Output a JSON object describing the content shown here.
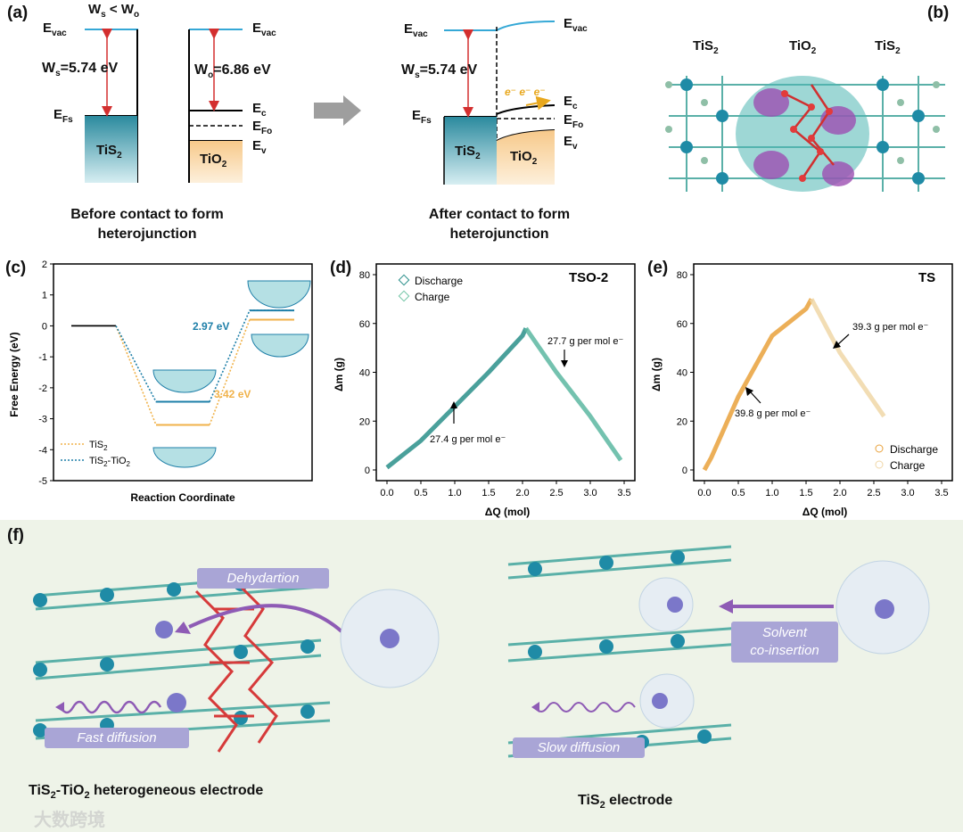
{
  "panel_a": {
    "label": "(a)",
    "before": {
      "evac_left": "E",
      "evac_left_sub": "vac",
      "ws_lt_wo": "W",
      "ws_lt_wo_s": "s",
      "ws_lt_wo_mid": " < W",
      "ws_lt_wo_o": "o",
      "ws_label": "W",
      "ws_sub": "s",
      "ws_value": "=5.74 eV",
      "efs": "E",
      "efs_sub": "Fs",
      "tis2": "TiS",
      "tis2_sub": "2",
      "evac_right": "E",
      "evac_right_sub": "vac",
      "wo_label": "W",
      "wo_sub": "o",
      "wo_value": "=6.86 eV",
      "ec": "E",
      "ec_sub": "c",
      "efo": "E",
      "efo_sub": "Fo",
      "ev": "E",
      "ev_sub": "v",
      "tio2": "TiO",
      "tio2_sub": "2",
      "caption_line1": "Before contact to form",
      "caption_line2": "heterojunction"
    },
    "after": {
      "evac_left": "E",
      "evac_left_sub": "vac",
      "evac_right": "E",
      "evac_right_sub": "vac",
      "ws_label": "W",
      "ws_sub": "s",
      "ws_value": "=5.74 eV",
      "efs": "E",
      "efs_sub": "Fs",
      "electrons": "e⁻ e⁻ e⁻",
      "ec": "E",
      "ec_sub": "c",
      "efo": "E",
      "efo_sub": "Fo",
      "ev": "E",
      "ev_sub": "v",
      "tis2": "TiS",
      "tis2_sub": "2",
      "tio2": "TiO",
      "tio2_sub": "2",
      "caption_line1": "After contact to form",
      "caption_line2": "heterojunction"
    }
  },
  "panel_b": {
    "label": "(b)",
    "left": "TiS",
    "left_sub": "2",
    "mid": "TiO",
    "mid_sub": "2",
    "right": "TiS",
    "right_sub": "2"
  },
  "panel_c": {
    "label": "(c)",
    "ylabel": "Free Energy (eV)",
    "xlabel": "Reaction Coordinate",
    "ann_1": "2.97 eV",
    "ann_2": "3.42 eV",
    "legend_1": "TiS",
    "legend_1_sub": "2",
    "legend_2": "TiS",
    "legend_2_sub": "2",
    "legend_2_rest": "-TiO",
    "legend_2_sub2": "2"
  },
  "panel_d": {
    "label": "(d)",
    "title": "TSO-2",
    "legend_1": "Discharge",
    "legend_2": "Charge",
    "ann_1": "27.7 g per mol e⁻",
    "ann_2": "27.4 g per mol e⁻",
    "xlabel": "ΔQ (mol)",
    "ylabel": "Δm (g)"
  },
  "panel_e": {
    "label": "(e)",
    "title": "TS",
    "legend_1": "Discharge",
    "legend_2": "Charge",
    "ann_1": "39.3 g per mol e⁻",
    "ann_2": "39.8 g per mol e⁻",
    "xlabel": "ΔQ (mol)",
    "ylabel": "Δm (g)"
  },
  "panel_f": {
    "label": "(f)",
    "tag_dehydration": "Dehydartion",
    "tag_fast": "Fast diffusion",
    "tag_solvent_1": "Solvent",
    "tag_solvent_2": "co-insertion",
    "tag_slow": "Slow diffusion",
    "caption_left": "TiS",
    "caption_left_sub": "2",
    "caption_left_rest": "-TiO",
    "caption_left_sub2": "2",
    "caption_left_end": " heterogeneous electrode",
    "caption_right": "TiS",
    "caption_right_sub": "2",
    "caption_right_end": " electrode",
    "watermark": "大数跨境"
  },
  "chart_data": [
    {
      "type": "line",
      "panel": "c",
      "ylabel": "Free Energy (eV)",
      "xlabel": "Reaction Coordinate",
      "ylim": [
        -5,
        2
      ],
      "series": [
        {
          "name": "TiS2",
          "color": "#f0b24a",
          "x": [
            0,
            1,
            2,
            3
          ],
          "y": [
            0,
            -3.2,
            0.2,
            0.2
          ]
        },
        {
          "name": "TiS2-TiO2",
          "color": "#1e7fa8",
          "x": [
            0,
            1,
            2,
            3
          ],
          "y": [
            0,
            -2.45,
            0.5,
            0.5
          ]
        }
      ],
      "annotations": [
        "2.97 eV",
        "3.42 eV"
      ]
    },
    {
      "type": "line",
      "panel": "d",
      "title": "TSO-2",
      "xlabel": "ΔQ (mol)",
      "ylabel": "Δm (g)",
      "xlim": [
        0,
        3.5
      ],
      "ylim": [
        0,
        80
      ],
      "series": [
        {
          "name": "Discharge",
          "x": [
            0,
            0.5,
            1.0,
            1.5,
            2.0,
            2.05
          ],
          "y": [
            1,
            12,
            26,
            40,
            55,
            58
          ]
        },
        {
          "name": "Charge",
          "x": [
            2.05,
            2.5,
            3.0,
            3.45
          ],
          "y": [
            58,
            40,
            22,
            4
          ]
        }
      ],
      "annotations": [
        "27.7 g per mol e⁻",
        "27.4 g per mol e⁻"
      ]
    },
    {
      "type": "line",
      "panel": "e",
      "title": "TS",
      "xlabel": "ΔQ (mol)",
      "ylabel": "Δm (g)",
      "xlim": [
        0,
        3.5
      ],
      "ylim": [
        0,
        80
      ],
      "series": [
        {
          "name": "Discharge",
          "x": [
            0,
            0.1,
            0.5,
            1.0,
            1.5,
            1.58
          ],
          "y": [
            0,
            5,
            30,
            55,
            66,
            70
          ]
        },
        {
          "name": "Charge",
          "x": [
            1.58,
            2.0,
            2.5,
            2.65
          ],
          "y": [
            70,
            48,
            28,
            22
          ]
        }
      ],
      "annotations": [
        "39.3 g per mol e⁻",
        "39.8 g per mol e⁻"
      ]
    }
  ]
}
